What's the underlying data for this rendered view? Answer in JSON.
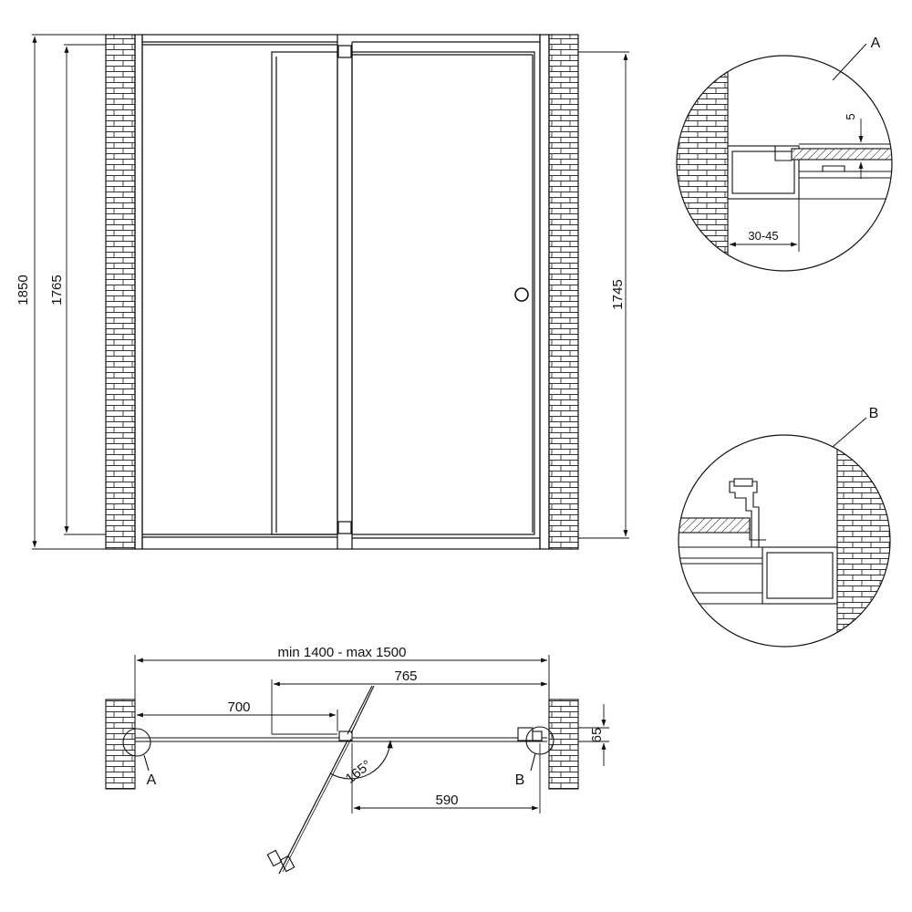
{
  "elevation": {
    "dim_total_height": "1850",
    "dim_fixed_panel_height": "1765",
    "dim_door_height": "1745"
  },
  "plan": {
    "dim_overall_width": "min 1400 - max 1500",
    "dim_door_span": "765",
    "dim_fixed_panel_width": "700",
    "dim_door_opening": "590",
    "dim_profile_depth": "65",
    "swing_angle": "165°",
    "label_a": "A",
    "label_b": "B"
  },
  "detail_a": {
    "label": "A",
    "dim_gap": "5",
    "dim_adjustment": "30-45"
  },
  "detail_b": {
    "label": "B"
  }
}
